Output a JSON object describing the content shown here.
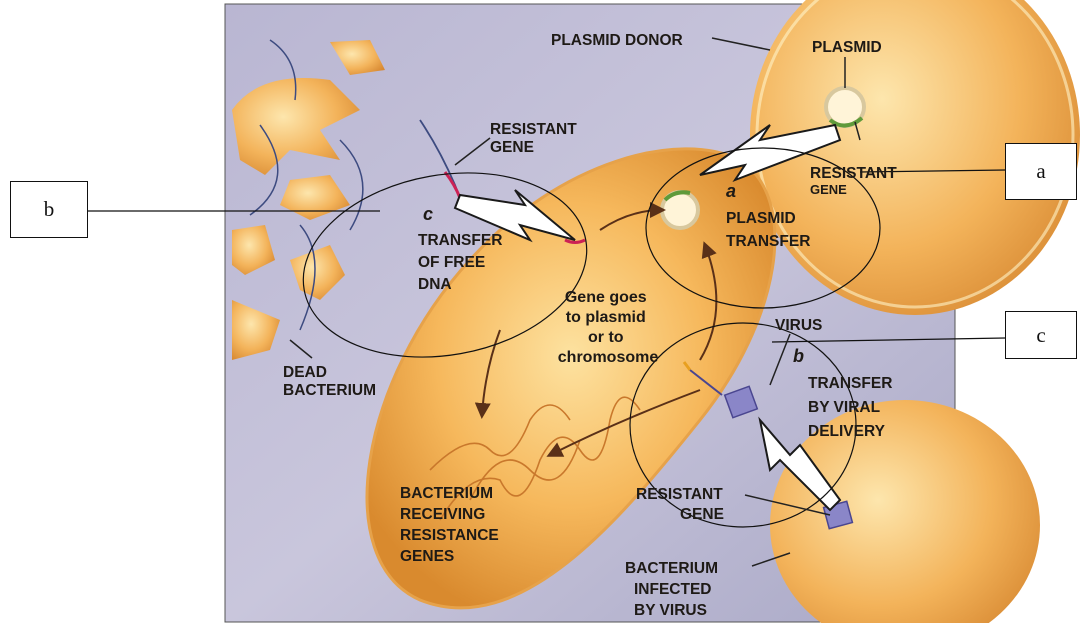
{
  "labels": {
    "plasmid_donor": "PLASMID DONOR",
    "plasmid": "PLASMID",
    "resistant_gene_top": [
      "RESISTANT",
      "GENE"
    ],
    "resistant_gene_right": [
      "RESISTANT",
      "GENE"
    ],
    "plasmid_transfer_letter": "a",
    "plasmid_transfer": [
      "PLASMID",
      "TRANSFER"
    ],
    "free_dna_letter": "c",
    "transfer_free_dna": [
      "TRANSFER",
      "OF FREE",
      "DNA"
    ],
    "gene_goes": [
      "Gene goes",
      "to plasmid",
      "or to",
      "chromosome"
    ],
    "virus": "VIRUS",
    "viral_letter": "b",
    "transfer_viral": [
      "TRANSFER",
      "BY VIRAL",
      "DELIVERY"
    ],
    "dead_bacterium": [
      "DEAD",
      "BACTERIUM"
    ],
    "receiving": [
      "BACTERIUM",
      "RECEIVING",
      "RESISTANCE",
      "GENES"
    ],
    "resistant_gene_bottom": [
      "RESISTANT",
      "GENE"
    ],
    "infected": [
      "BACTERIUM",
      "INFECTED",
      "BY VIRUS"
    ]
  },
  "answer_boxes": {
    "a": "a",
    "b": "b",
    "c": "c"
  }
}
